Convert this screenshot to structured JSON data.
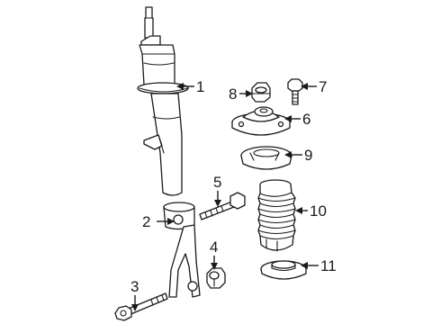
{
  "diagram": {
    "callouts": [
      {
        "id": "1",
        "label": "1"
      },
      {
        "id": "2",
        "label": "2"
      },
      {
        "id": "3",
        "label": "3"
      },
      {
        "id": "4",
        "label": "4"
      },
      {
        "id": "5",
        "label": "5"
      },
      {
        "id": "6",
        "label": "6"
      },
      {
        "id": "7",
        "label": "7"
      },
      {
        "id": "8",
        "label": "8"
      },
      {
        "id": "9",
        "label": "9"
      },
      {
        "id": "10",
        "label": "10"
      },
      {
        "id": "11",
        "label": "11"
      }
    ],
    "colors": {
      "line": "#1a1a1a",
      "background": "#ffffff"
    }
  }
}
